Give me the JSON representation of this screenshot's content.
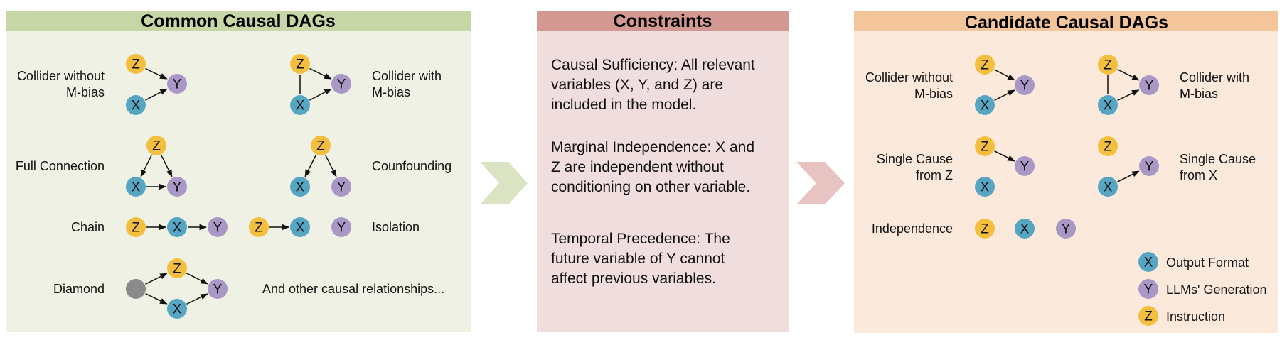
{
  "colors": {
    "z": "#f4bf3e",
    "x": "#56a6c3",
    "y": "#a998c6",
    "hidden": "#8a8a8a",
    "panel1_header": "#c6d6a5",
    "panel1_bg": "#eef1e3",
    "panel2_header": "#d29891",
    "panel2_bg": "#f0dddd",
    "panel3_header": "#f4c59b",
    "panel3_bg": "#fbe9dc",
    "arrow1": "#dae4c3",
    "arrow2": "#e7c3c1"
  },
  "panels": {
    "common": {
      "title": "Common Causal DAGs",
      "collider_without_label": [
        "Collider without",
        "M-bias"
      ],
      "collider_with_label": [
        "Collider with",
        "M-bias"
      ],
      "full_connection_label": "Full Connection",
      "confounding_label": "Counfounding",
      "chain_label": "Chain",
      "isolation_label": "Isolation",
      "diamond_label": "Diamond",
      "other_label": "And other causal relationships..."
    },
    "constraints": {
      "title": "Constraints",
      "items": [
        [
          "Causal Sufficiency: All relevant",
          "variables (X, Y, and Z) are",
          "included in the model."
        ],
        [
          "Marginal Independence: X and",
          "Z are independent without",
          "conditioning on other variable."
        ],
        [
          "Temporal Precedence: The",
          "future variable of Y cannot",
          "affect previous variables."
        ]
      ]
    },
    "candidate": {
      "title": "Candidate Causal DAGs",
      "collider_without_label": [
        "Collider without",
        "M-bias"
      ],
      "collider_with_label": [
        "Collider with",
        "M-bias"
      ],
      "single_z_label": [
        "Single Cause",
        "from Z"
      ],
      "single_x_label": [
        "Single Cause",
        "from X"
      ],
      "independence_label": "Independence"
    }
  },
  "legend": [
    {
      "letter": "X",
      "text": "Output Format",
      "color_key": "x"
    },
    {
      "letter": "Y",
      "text": "LLMs' Generation",
      "color_key": "y"
    },
    {
      "letter": "Z",
      "text": "Instruction",
      "color_key": "z"
    }
  ],
  "node_letters": {
    "x": "X",
    "y": "Y",
    "z": "Z"
  }
}
